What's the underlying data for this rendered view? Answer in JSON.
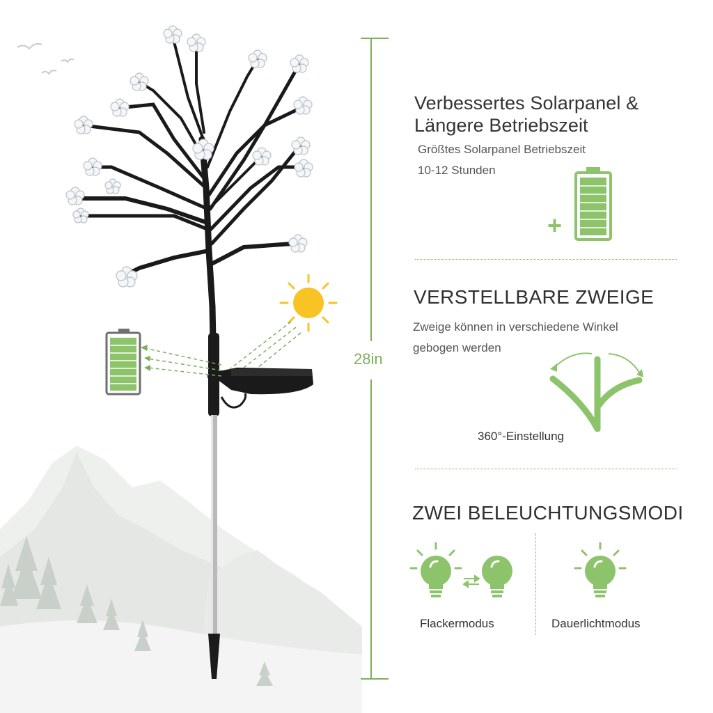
{
  "dimension": {
    "label": "28in"
  },
  "section_solar": {
    "title_line1": "Verbessertes Solarpanel &",
    "title_line2": "Längere Betriebszeit",
    "desc_line1": "Größtes Solarpanel Betriebszeit",
    "desc_line2": "10-12 Stunden",
    "plus_sign": "+",
    "icon": "battery-full-icon"
  },
  "section_branches": {
    "title": "VERSTELLBARE ZWEIGE",
    "desc_line1": "Zweige können in verschiedene Winkel",
    "desc_line2": "gebogen werden",
    "caption": "360°-Einstellung",
    "icon": "adjustable-branch-icon"
  },
  "section_modes": {
    "title": "ZWEI BELEUCHTUNGSMODI",
    "mode_flicker": {
      "label": "Flackermodus",
      "icon": "flicker-bulbs-icon"
    },
    "mode_steady": {
      "label": "Dauerlichtmodus",
      "icon": "bulb-icon"
    }
  },
  "colors": {
    "accent_green": "#7cb05a",
    "icon_green": "#8dc46b",
    "sun_yellow": "#f7c325",
    "dark_text": "#333333",
    "grey_text": "#555555"
  }
}
